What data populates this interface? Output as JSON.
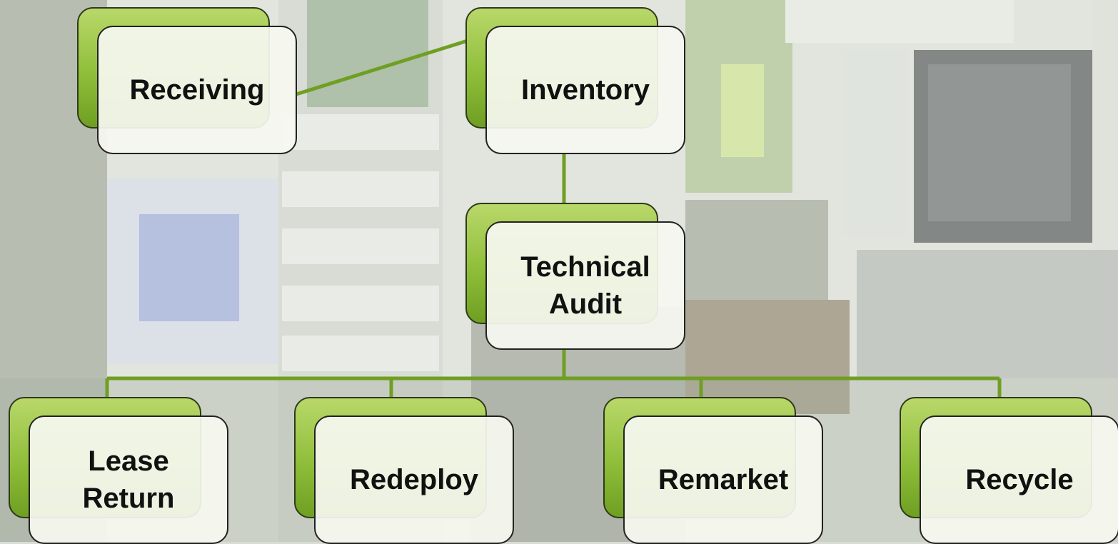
{
  "diagram": {
    "title": "",
    "accent_color": "#7aa82c",
    "connector_color": "#6f9f22",
    "nodes": {
      "receiving": "Receiving",
      "inventory": "Inventory",
      "technical_audit": "Technical\nAudit",
      "lease_return": "Lease\nReturn",
      "redeploy": "Redeploy",
      "remarket": "Remarket",
      "recycle": "Recycle"
    }
  }
}
